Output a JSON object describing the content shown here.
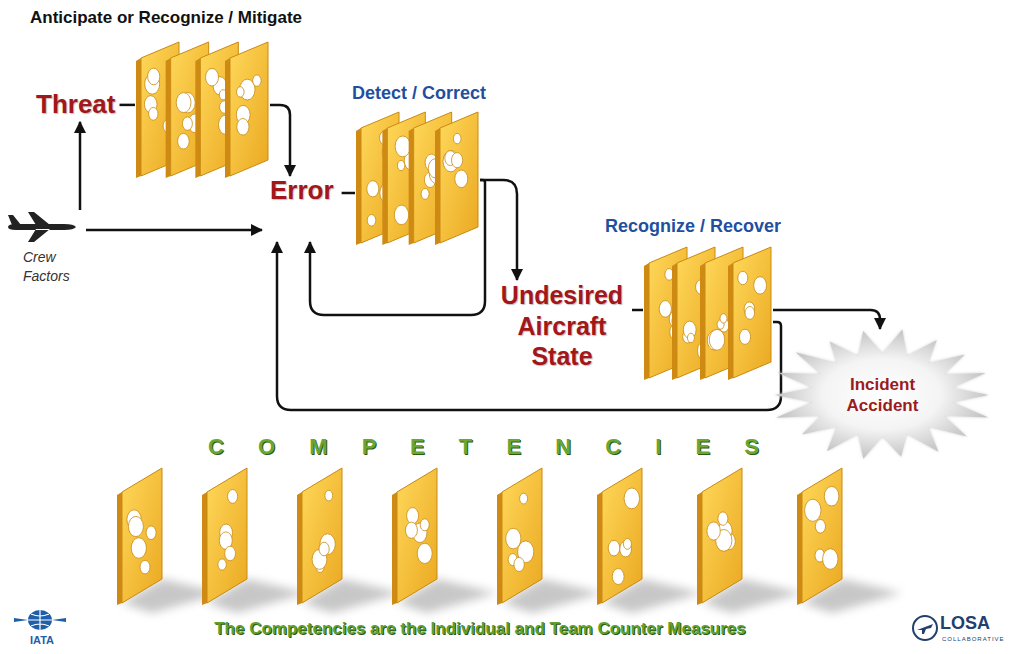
{
  "diagram": {
    "caption": "The Competencies are the Individual and Team Counter Measures",
    "nodes": [
      {
        "text": [
          "Anticipate or Recognize / Mitigate"
        ]
      },
      {
        "text": [
          "Threat"
        ]
      },
      {
        "text": [
          "Crew Factors"
        ]
      },
      {
        "text": [
          "Error"
        ]
      },
      {
        "text": [
          "Detect / Correct"
        ]
      },
      {
        "text": [
          "Undesired Aircraft State"
        ]
      },
      {
        "text": [
          "Recognize / Recover"
        ]
      },
      {
        "text": [
          "Incident Accident"
        ]
      }
    ],
    "edges": [
      {
        "from": 2,
        "to": 1,
        "arrow": "to"
      },
      {
        "from": 1,
        "to": 0,
        "arrow": "none"
      },
      {
        "from": 0,
        "to": 3,
        "arrow": "to"
      },
      {
        "from": 2,
        "to": 3,
        "arrow": "to"
      },
      {
        "from": 3,
        "to": 4,
        "arrow": "none"
      },
      {
        "from": 4,
        "to": 5,
        "arrow": "to"
      },
      {
        "from": 4,
        "to": 3,
        "arrow": "to"
      },
      {
        "from": 5,
        "to": 6,
        "arrow": "none"
      },
      {
        "from": 6,
        "to": 7,
        "arrow": "to"
      },
      {
        "from": 6,
        "to": 3,
        "arrow": "to"
      }
    ],
    "labels": [
      "C O M P E T E N C I E S",
      "IATA",
      "LOSA",
      "COLLABORATIVE"
    ]
  }
}
